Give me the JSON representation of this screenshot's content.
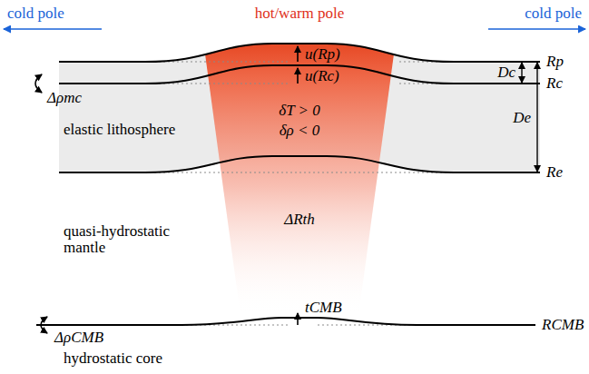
{
  "diagram": {
    "labels": [
      "cold pole",
      "hot/warm pole",
      "cold pole",
      "u(Rp)",
      "u(Rc)",
      "Rp",
      "Dc",
      "Rc",
      "De",
      "Δρmc",
      "elastic lithosphere",
      "δT > 0",
      "δρ < 0",
      "Re",
      "quasi-hydrostatic mantle",
      "ΔRth",
      "tCMB",
      "RCMB",
      "ΔρCMB",
      "hydrostatic core"
    ]
  }
}
